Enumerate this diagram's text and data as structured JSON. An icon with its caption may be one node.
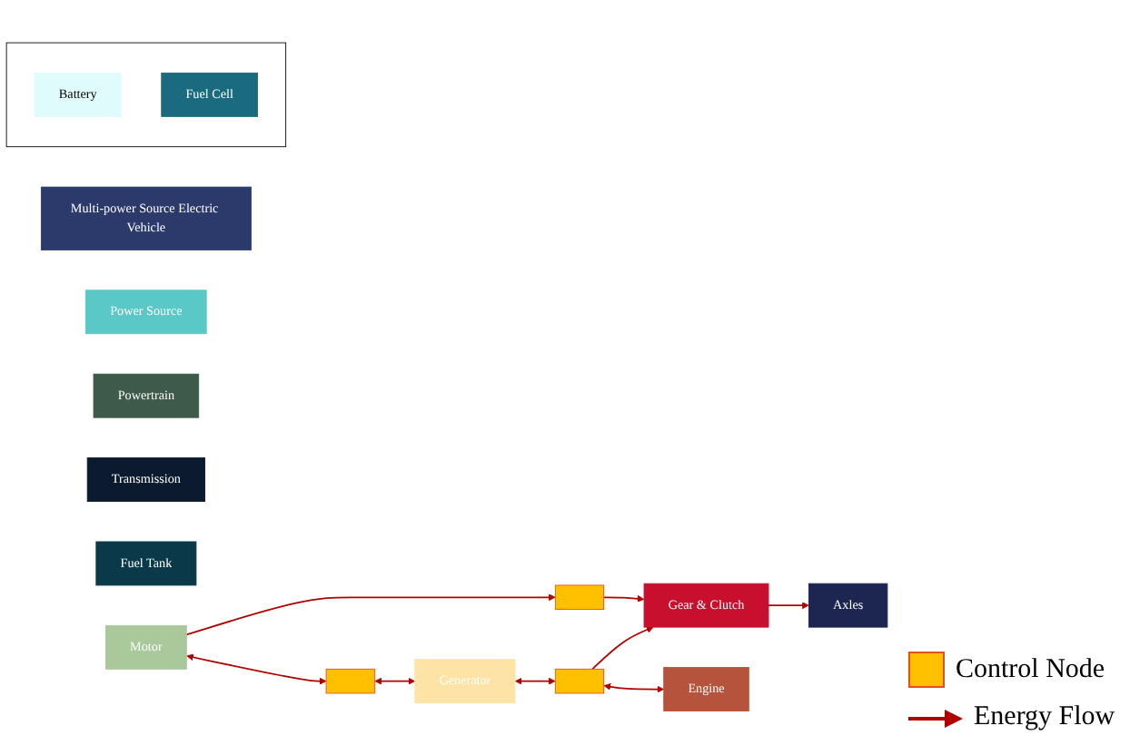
{
  "diagram": {
    "nodes": [
      {
        "text": [
          "Multi-power Source Electric Vehicle"
        ]
      },
      {
        "text": [
          "Power Source"
        ]
      },
      {
        "text": [
          "Powertrain"
        ]
      },
      {
        "text": [
          "Transmission"
        ]
      },
      {
        "text": [],
        "shape": "box"
      },
      {
        "text": [
          "Battery"
        ],
        "in": 4
      },
      {
        "text": [
          "Fuel Cell"
        ],
        "in": 4
      },
      {
        "text": [
          "Fuel Tank"
        ]
      },
      {
        "text": [
          "Motor"
        ]
      },
      {
        "text": [],
        "shape": "box"
      },
      {
        "text": [],
        "shape": "box"
      },
      {
        "text": [
          "Generator"
        ]
      },
      {
        "text": [
          "Gear & Clutch"
        ]
      },
      {
        "text": [
          "Axles"
        ]
      },
      {
        "text": [],
        "shape": "box"
      },
      {
        "text": [
          "Engine"
        ]
      }
    ],
    "edges": [
      {
        "from": 8,
        "to": 9,
        "arrow": "to"
      },
      {
        "from": 9,
        "to": 12,
        "arrow": "to"
      },
      {
        "from": 8,
        "to": 10,
        "arrow": "both"
      },
      {
        "from": 10,
        "to": 11,
        "arrow": "both"
      },
      {
        "from": 11,
        "to": 14,
        "arrow": "both"
      },
      {
        "from": 14,
        "to": 15,
        "arrow": "both"
      },
      {
        "from": 14,
        "to": 12,
        "arrow": "to"
      },
      {
        "from": 12,
        "to": 13,
        "arrow": "to"
      }
    ],
    "legend": [
      {
        "text": "Control Node",
        "color": "#ffc000"
      },
      {
        "text": "Energy Flow"
      }
    ]
  }
}
